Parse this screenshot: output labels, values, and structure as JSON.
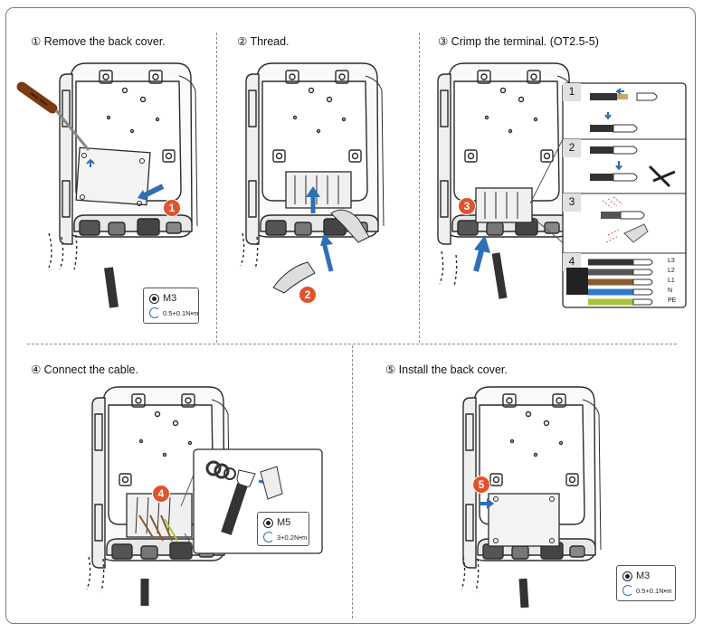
{
  "steps": [
    {
      "title": "① Remove the back cover."
    },
    {
      "title": "② Thread."
    },
    {
      "title": "③ Crimp the terminal. (OT2.5-5)"
    },
    {
      "title": "④ Connect the cable."
    },
    {
      "title": "⑤ Install the back cover."
    }
  ],
  "callouts": [
    "1",
    "2",
    "3",
    "4",
    "5"
  ],
  "crimp_steps": [
    "1",
    "2",
    "3",
    "4"
  ],
  "wire_labels": [
    "L3",
    "L2",
    "L1",
    "N",
    "PE"
  ],
  "torque_cover": {
    "screw": "M3",
    "value": "0.5+0.1N•m"
  },
  "torque_cable": {
    "screw": "M5",
    "value": "3+0.2N•m"
  },
  "torque_install": {
    "screw": "M3",
    "value": "0.5+0.1N•m"
  },
  "colors": {
    "arrow": "#2e6fb5",
    "badge": "#e2522b",
    "line": "#2b2b2b",
    "wire_brown": "#8b5a2b",
    "wire_blue": "#2f79c8",
    "wire_pe": "#a7c43a"
  }
}
